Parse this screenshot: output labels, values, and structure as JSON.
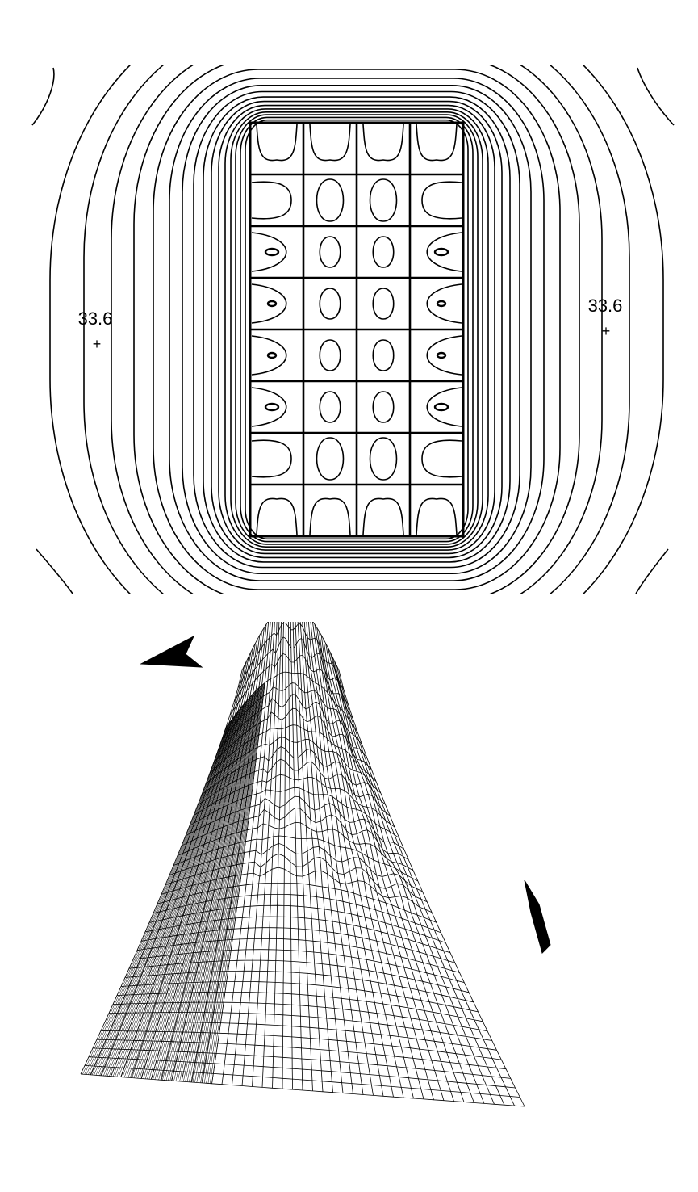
{
  "contour_plot": {
    "grid_rows": 8,
    "grid_cols": 4,
    "left_extremum": {
      "value": "33.6",
      "marker": "+"
    },
    "right_extremum": {
      "value": "33.6",
      "marker": "+"
    },
    "stroke_color": "#000000",
    "background_color": "#ffffff"
  },
  "surface_plot": {
    "type": "3d-wireframe-surface",
    "stroke_color": "#000000"
  }
}
